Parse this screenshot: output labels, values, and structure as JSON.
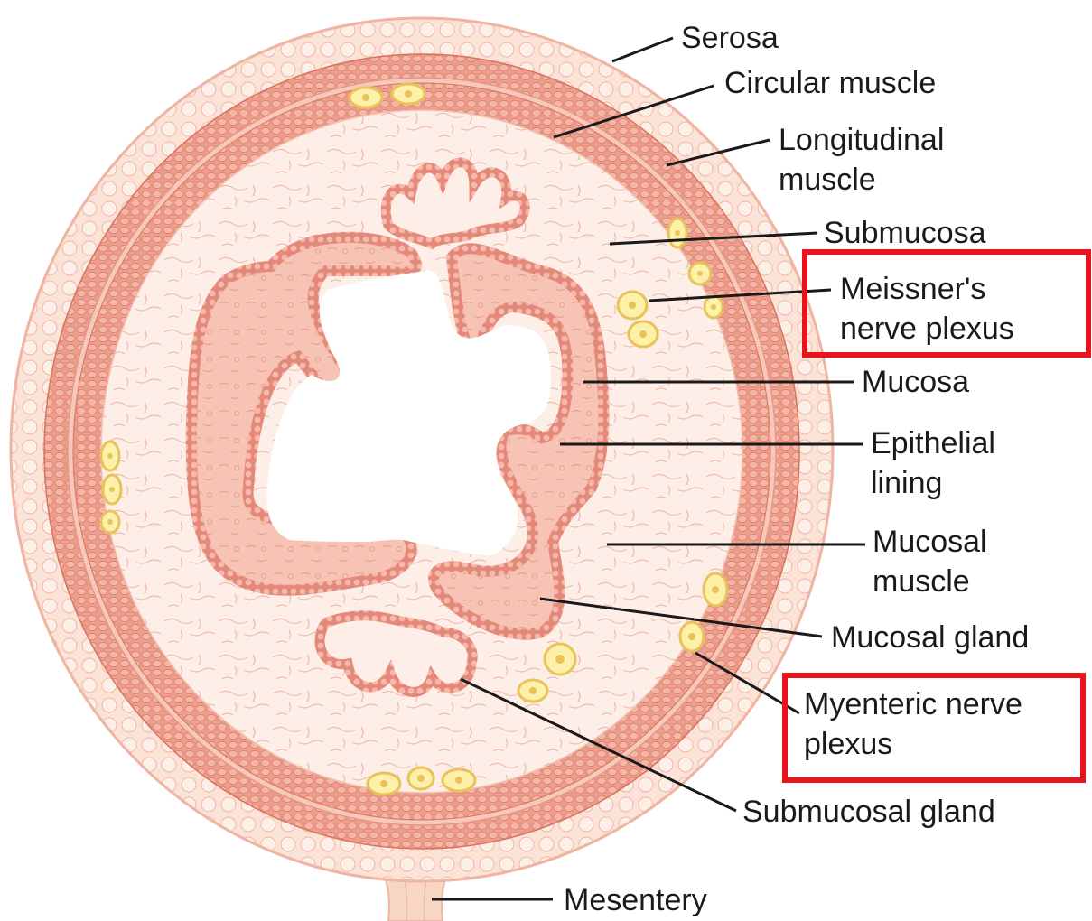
{
  "labels": {
    "serosa": "Serosa",
    "circular_muscle": "Circular muscle",
    "longitudinal_muscle": [
      "Longitudinal",
      "muscle"
    ],
    "submucosa": "Submucosa",
    "meissner": [
      "Meissner's",
      "nerve plexus"
    ],
    "mucosa": "Mucosa",
    "epithelial": [
      "Epithelial",
      "lining"
    ],
    "mucosal_muscle": [
      "Mucosal",
      "muscle"
    ],
    "mucosal_gland": "Mucosal gland",
    "myenteric": [
      "Myenteric nerve",
      "plexus"
    ],
    "submucosal_gland": "Submucosal gland",
    "mesentery": "Mesentery"
  },
  "highlighted_labels": [
    "meissner",
    "myenteric"
  ],
  "colors": {
    "serosa_fill": "#fbe3d8",
    "serosa_cell": "#f2b7a6",
    "muscle_band": "#ec9d8b",
    "muscle_cell": "#e07f6c",
    "submucosa": "#fdeee7",
    "fiber": "#eab4a4",
    "mucosa_fill": "#f7c3b4",
    "epithelium": "#e4897a",
    "ganglion_fill": "#fdf0a8",
    "ganglion_stroke": "#e8c35a",
    "lumen": "#ffffff",
    "leader": "#1a1a1a",
    "highlight": "#e8141b"
  }
}
